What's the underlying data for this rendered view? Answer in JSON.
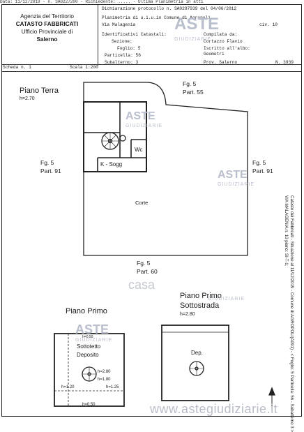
{
  "header": {
    "top_line": "Data: 11/12/2019 - n. SA0227200 - Richiedente: ..... - Ultima Planimetria in atti",
    "agency_line1": "Agenzia del Territorio",
    "agency_line2": "CATASTO FABBRICATI",
    "agency_line3": "Ufficio Provinciale di",
    "agency_line4": "Salerno",
    "dichiarazione": "Dichiarazione protocollo n. SA0297939 del 04/06/2012",
    "planimetria": "Planimetria di u.i.u.in Comune di Agropoli",
    "via": "Via Malagenia",
    "civ": "civ. 10",
    "identificativi": "Identificativi Catastali:",
    "sezione": "Sezione:",
    "foglio": "Foglio: 5",
    "particella": "Particella: 56",
    "subalterno": "Subalterno: 3",
    "compilata": "Compilata da:",
    "compilatore": "Cortazzo Flavio",
    "iscritto": "Iscritto all'albo:",
    "geometri": "Geometri",
    "prov": "Prov. Salerno",
    "numero": "N. 3939"
  },
  "scheda": {
    "label": "Scheda n. 1",
    "scala": "Scala 1:200"
  },
  "plan": {
    "piano_terra": "Piano Terra",
    "h_terra": "h=2.70",
    "fg5_a": "Fg. 5",
    "part55": "Part. 55",
    "fg5_b": "Fg. 5",
    "part91_left": "Part. 91",
    "fg5_c": "Fg. 5",
    "part91_right": "Part. 91",
    "wc": "Wc",
    "k_sogg": "K - Sogg",
    "corte": "Corte",
    "fg5_d": "Fg. 5",
    "part60": "Part. 60",
    "piano_primo": "Piano Primo",
    "piano_primo_sotto_1": "Piano Primo",
    "piano_primo_sotto_2": "Sottostrada",
    "h_sotto": "h=2.80",
    "sottotetto": "Sottotetto",
    "deposito": "Deposito",
    "h280": "h=2.80",
    "h180": "h=1.80",
    "h120": "h=1.20",
    "h125": "h=1.25",
    "h050a": "h=0.50",
    "h050b": "h=0.50",
    "dep": "Dep."
  },
  "watermarks": {
    "aste": "ASTE",
    "giudiziarie": "GIUDIZIARIE",
    "casa": "casa",
    "footer": "www.astegiudiziarie.it"
  },
  "sidebar_vertical": {
    "line1": "Catasto dei Fabbricati - Situazione al 11/12/2019 - Comune di AGROPOLI(A091) - < Foglio: 5 Particella: 56 - Subalterno 3 >",
    "line2": "VIA MALAGENIA n. 10 piano: SI-T-1;"
  }
}
